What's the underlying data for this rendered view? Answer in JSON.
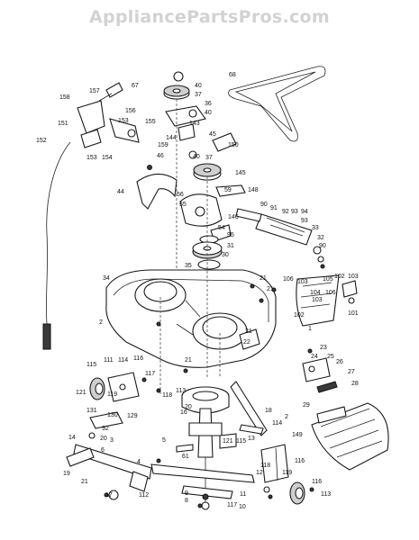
{
  "watermark": "AppliancePartsPros.com",
  "callouts": [
    "68",
    "67",
    "157",
    "158",
    "40",
    "37",
    "36",
    "40",
    "156",
    "153",
    "155",
    "151",
    "143",
    "144",
    "45",
    "150",
    "159",
    "152",
    "153",
    "154",
    "40",
    "37",
    "46",
    "145",
    "148",
    "44",
    "56",
    "59",
    "90",
    "91",
    "92",
    "93",
    "94",
    "55",
    "146",
    "93",
    "54",
    "33",
    "95",
    "32",
    "31",
    "90",
    "30",
    "35",
    "21",
    "34",
    "21",
    "106",
    "103",
    "105",
    "102",
    "103",
    "104",
    "106",
    "103",
    "101",
    "102",
    "1",
    "2",
    "21",
    "21",
    "22",
    "23",
    "24",
    "25",
    "26",
    "27",
    "28",
    "29",
    "2",
    "16",
    "113",
    "111",
    "114",
    "116",
    "115",
    "117",
    "121",
    "118",
    "119",
    "130",
    "131",
    "129",
    "92",
    "3",
    "14",
    "20",
    "20",
    "18",
    "114",
    "121",
    "13",
    "149",
    "61",
    "4",
    "5",
    "6",
    "19",
    "21",
    "17",
    "112",
    "115",
    "116",
    "118",
    "119",
    "12",
    "11",
    "10",
    "9",
    "8",
    "117",
    "116",
    "113"
  ]
}
